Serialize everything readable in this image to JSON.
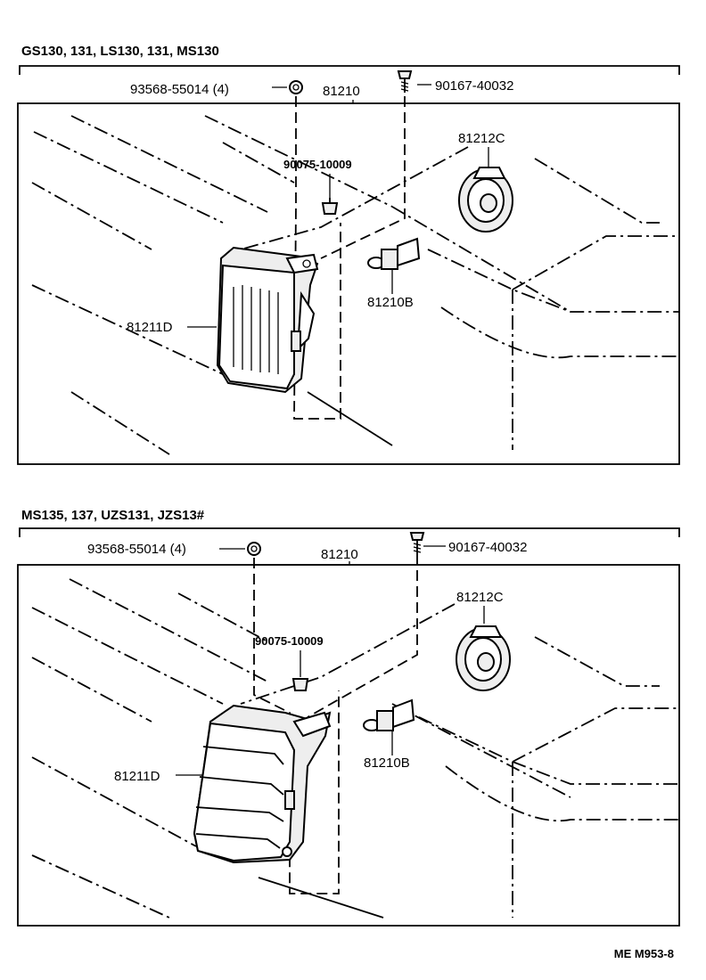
{
  "diagram": {
    "reference_code": "ME  M953-8",
    "sections": [
      {
        "models": "GS130, 131, LS130, 131, MS130",
        "labels": {
          "washer_set": "93568-55014 (4)",
          "headlamp_assy": "81210",
          "screw": "90167-40032",
          "clip": "90075-10009",
          "socket": "81212C",
          "bulb": "81210B",
          "lens_unit": "81211D"
        }
      },
      {
        "models": "MS135, 137, UZS131, JZS13#",
        "labels": {
          "washer_set": "93568-55014 (4)",
          "headlamp_assy": "81210",
          "screw": "90167-40032",
          "clip": "90075-10009",
          "socket": "81212C",
          "bulb": "81210B",
          "lens_unit": "81211D"
        }
      }
    ]
  }
}
